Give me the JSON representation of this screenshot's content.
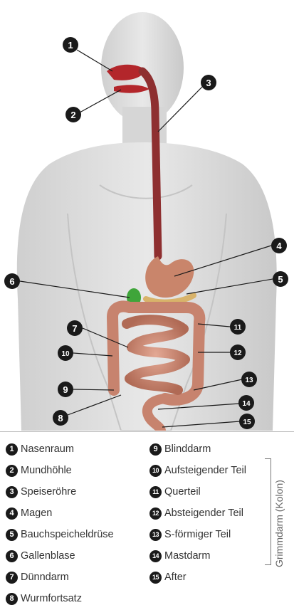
{
  "callouts": [
    "1",
    "2",
    "3",
    "4",
    "5",
    "6",
    "7",
    "8",
    "9",
    "10",
    "11",
    "12",
    "13",
    "14",
    "15"
  ],
  "legend": {
    "items": [
      {
        "num": "1",
        "label": "Nasenraum"
      },
      {
        "num": "2",
        "label": "Mundhöhle"
      },
      {
        "num": "3",
        "label": "Speiseröhre"
      },
      {
        "num": "4",
        "label": "Magen"
      },
      {
        "num": "5",
        "label": "Bauchspeicheldrüse"
      },
      {
        "num": "6",
        "label": "Gallenblase"
      },
      {
        "num": "7",
        "label": "Dünndarm"
      },
      {
        "num": "8",
        "label": "Wurmfortsatz"
      },
      {
        "num": "9",
        "label": "Blinddarm"
      },
      {
        "num": "10",
        "label": "Aufsteigender Teil"
      },
      {
        "num": "11",
        "label": "Querteil"
      },
      {
        "num": "12",
        "label": "Absteigender Teil"
      },
      {
        "num": "13",
        "label": "S-förmiger Teil"
      },
      {
        "num": "14",
        "label": "Mastdarm"
      },
      {
        "num": "15",
        "label": "After"
      }
    ],
    "group_label": "Grimmdarm (Kolon)"
  },
  "colors": {
    "body": "#d9d9d9",
    "esophagus": "#8e2f30",
    "stomach": "#c9856b",
    "intestine": "#c7836e",
    "gallbladder": "#3fa53a",
    "callout": "#1a1a1a"
  }
}
